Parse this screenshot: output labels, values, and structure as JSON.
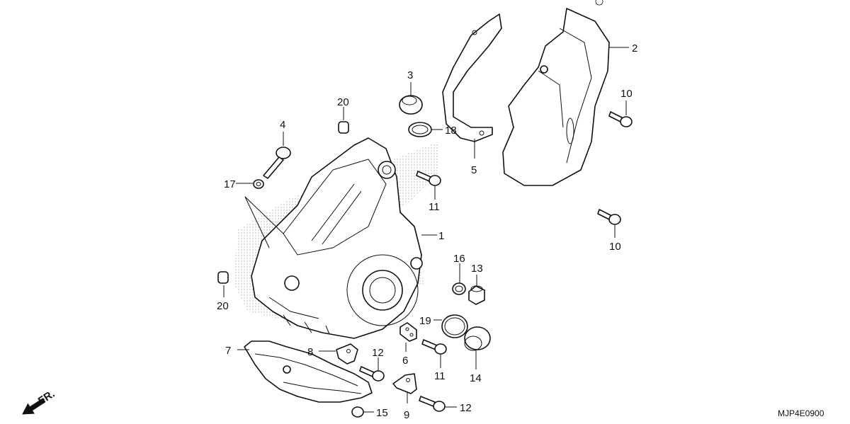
{
  "diagram_code": "MJP4E0900",
  "direction_label": "FR.",
  "callouts": [
    {
      "id": "c1",
      "text": "1"
    },
    {
      "id": "c2",
      "text": "2"
    },
    {
      "id": "c3",
      "text": "3"
    },
    {
      "id": "c4",
      "text": "4"
    },
    {
      "id": "c5",
      "text": "5"
    },
    {
      "id": "c6",
      "text": "6"
    },
    {
      "id": "c7",
      "text": "7"
    },
    {
      "id": "c8",
      "text": "8"
    },
    {
      "id": "c9",
      "text": "9"
    },
    {
      "id": "c10a",
      "text": "10"
    },
    {
      "id": "c10b",
      "text": "10"
    },
    {
      "id": "c11a",
      "text": "11"
    },
    {
      "id": "c11b",
      "text": "11"
    },
    {
      "id": "c12a",
      "text": "12"
    },
    {
      "id": "c12b",
      "text": "12"
    },
    {
      "id": "c13",
      "text": "13"
    },
    {
      "id": "c14",
      "text": "14"
    },
    {
      "id": "c15",
      "text": "15"
    },
    {
      "id": "c16",
      "text": "16"
    },
    {
      "id": "c17",
      "text": "17"
    },
    {
      "id": "c18",
      "text": "18"
    },
    {
      "id": "c19",
      "text": "19"
    },
    {
      "id": "c20a",
      "text": "20"
    },
    {
      "id": "c20b",
      "text": "20"
    }
  ]
}
